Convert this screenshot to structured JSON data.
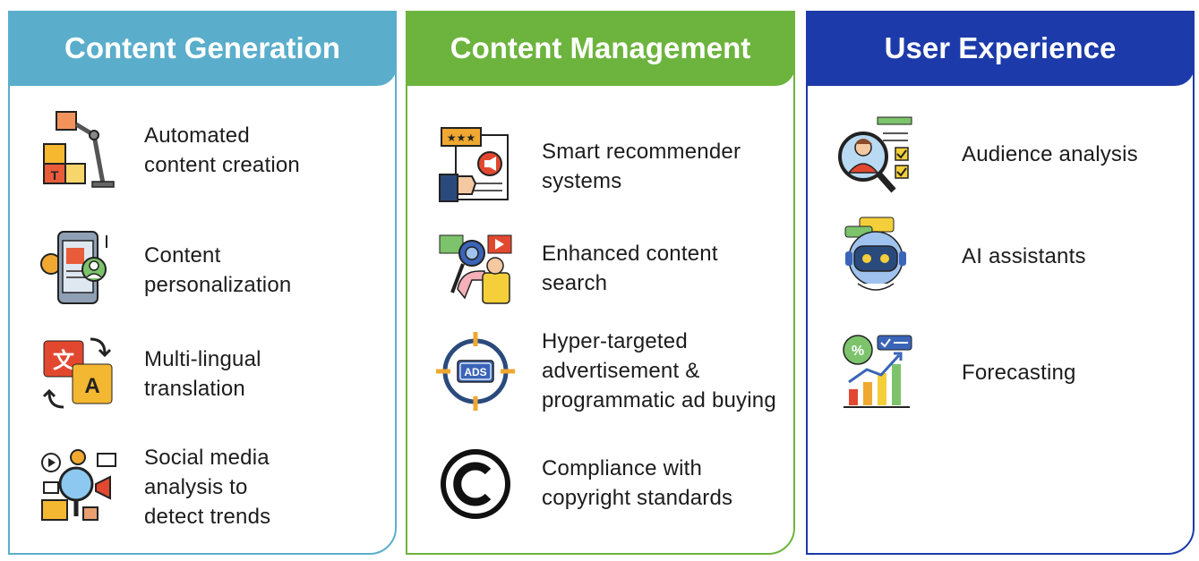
{
  "colors": {
    "content_generation": "#5aaecb",
    "content_management": "#6db43f",
    "user_experience": "#1c3aa9"
  },
  "panels": [
    {
      "title": "Content Generation",
      "items": [
        {
          "label": "Automated\ncontent creation",
          "icon": "robot-arm-icon"
        },
        {
          "label": "Content\npersonalization",
          "icon": "smartphone-profile-icon"
        },
        {
          "label": "Multi-lingual\ntranslation",
          "icon": "translation-icon"
        },
        {
          "label": "Social media\nanalysis to\ndetect trends",
          "icon": "social-media-analysis-icon"
        }
      ]
    },
    {
      "title": "Content Management",
      "items": [
        {
          "label": "Smart recommender\nsystems",
          "icon": "rating-recommendation-icon"
        },
        {
          "label": "Enhanced content\nsearch",
          "icon": "content-search-icon"
        },
        {
          "label": "Hyper-targeted\nadvertisement &\nprogrammatic ad buying",
          "icon": "ads-target-icon"
        },
        {
          "label": "Compliance with\ncopyright standards",
          "icon": "copyright-icon"
        }
      ]
    },
    {
      "title": "User Experience",
      "items": [
        {
          "label": "Audience analysis",
          "icon": "audience-analysis-icon"
        },
        {
          "label": "AI assistants",
          "icon": "ai-assistant-robot-icon"
        },
        {
          "label": "Forecasting",
          "icon": "forecasting-chart-icon"
        }
      ]
    }
  ],
  "icon_text": {
    "ads": "ADS"
  }
}
